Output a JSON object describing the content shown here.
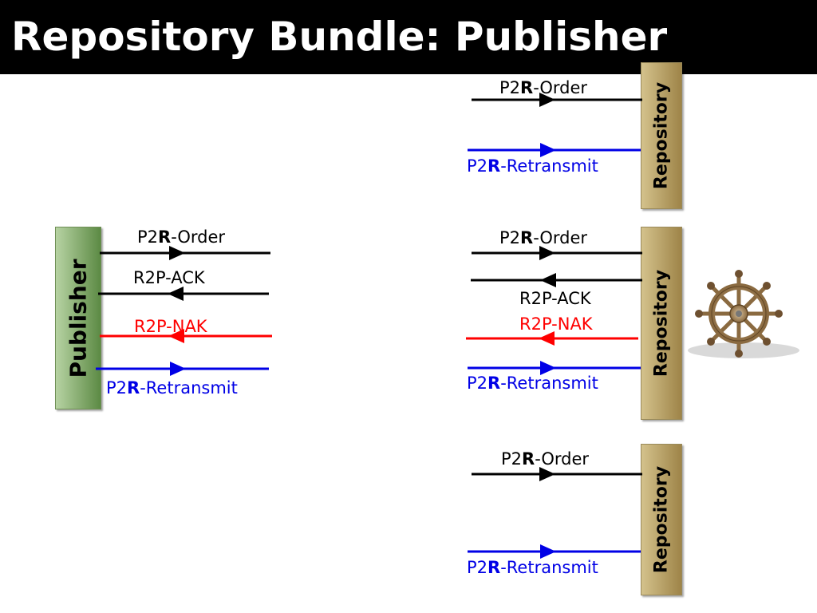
{
  "title": "Repository Bundle: Publisher",
  "publisher": {
    "label": "Publisher",
    "color_top": "#b7d3a3",
    "color_bottom": "#5c8a44"
  },
  "repository": {
    "label": "Repository",
    "color_top": "#d4c28c",
    "color_bottom": "#9e8448"
  },
  "messages": {
    "p2r_prefix": "P2",
    "r_letter": "R",
    "order_suffix": "-Order",
    "retransmit_suffix": "-Retransmit",
    "ack": "R2P-ACK",
    "nak": "R2P-NAK"
  },
  "colors": {
    "black": "#000000",
    "red": "#ff0000",
    "blue": "#0000e6"
  },
  "icons": {
    "ship_wheel": "ship-wheel-icon"
  }
}
